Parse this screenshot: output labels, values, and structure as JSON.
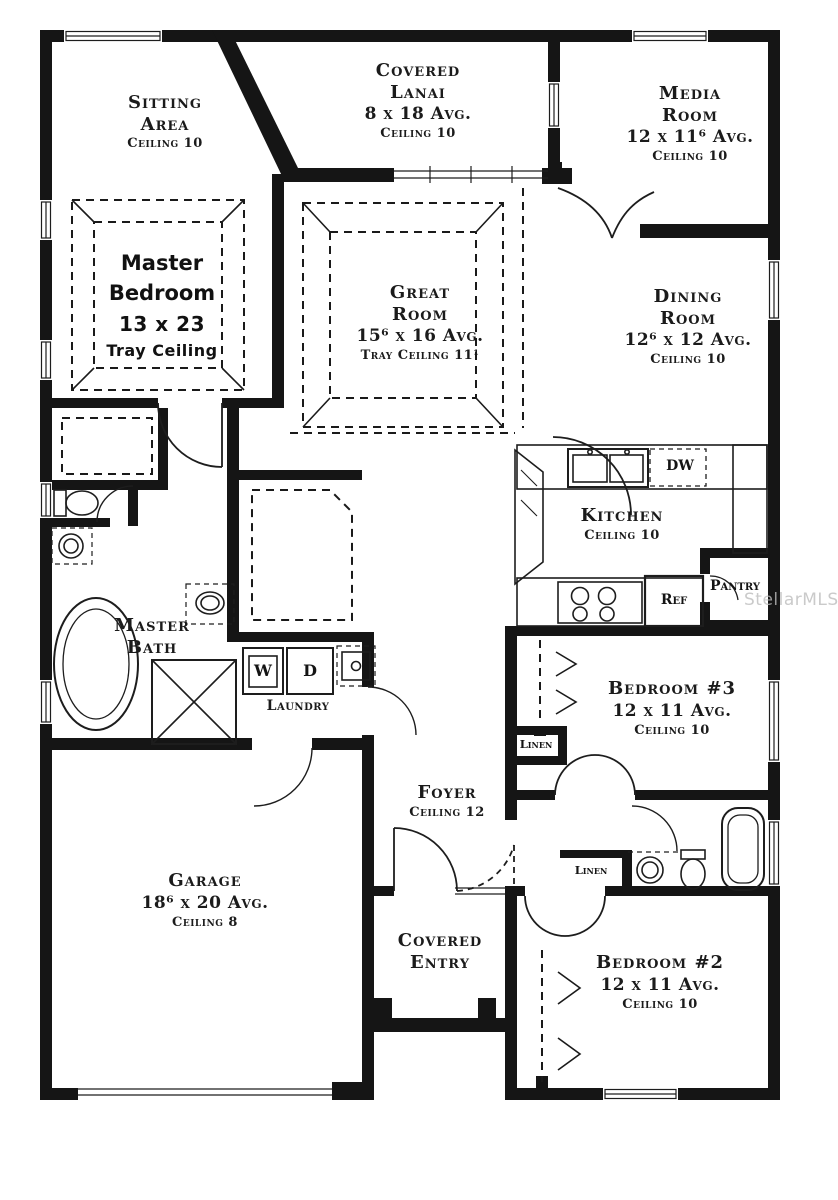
{
  "watermark": "StellarMLS",
  "rooms": {
    "sitting_area": {
      "line1": "Sitting",
      "line2": "Area",
      "ceiling": "Ceiling 10"
    },
    "covered_lanai": {
      "line1": "Covered",
      "line2": "Lanai",
      "dims": "8 x 18 Avg.",
      "ceiling": "Ceiling 10"
    },
    "media_room": {
      "line1": "Media",
      "line2": "Room",
      "dims": "12 x 11⁶ Avg.",
      "ceiling": "Ceiling 10"
    },
    "master_bedroom": {
      "line1": "Master",
      "line2": "Bedroom",
      "dims": "13 x 23",
      "ceiling": "Tray Ceiling"
    },
    "great_room": {
      "line1": "Great",
      "line2": "Room",
      "dims": "15⁶ x 16 Avg.",
      "ceiling": "Tray Ceiling 11¹"
    },
    "dining_room": {
      "line1": "Dining",
      "line2": "Room",
      "dims": "12⁶ x 12 Avg.",
      "ceiling": "Ceiling 10"
    },
    "kitchen": {
      "line1": "Kitchen",
      "ceiling": "Ceiling 10"
    },
    "master_bath": {
      "line1": "Master",
      "line2": "Bath"
    },
    "laundry": {
      "line1": "Laundry"
    },
    "bedroom_3": {
      "line1": "Bedroom #3",
      "dims": "12 x 11 Avg.",
      "ceiling": "Ceiling 10"
    },
    "foyer": {
      "line1": "Foyer",
      "ceiling": "Ceiling 12"
    },
    "garage": {
      "line1": "Garage",
      "dims": "18⁶ x 20 Avg.",
      "ceiling": "Ceiling 8"
    },
    "covered_entry": {
      "line1": "Covered",
      "line2": "Entry"
    },
    "bedroom_2": {
      "line1": "Bedroom #2",
      "dims": "12 x 11 Avg.",
      "ceiling": "Ceiling 10"
    }
  },
  "fixtures": {
    "dishwasher": "DW",
    "refrigerator": "Ref",
    "pantry": "Pantry",
    "washer": "W",
    "dryer": "D",
    "linen_hall": "Linen",
    "linen_bath": "Linen"
  }
}
